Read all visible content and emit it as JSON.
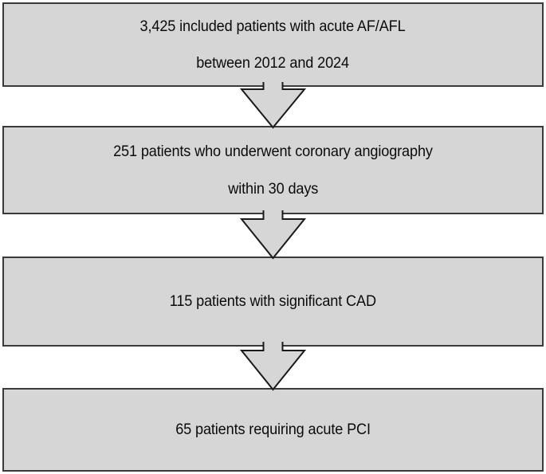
{
  "diagram": {
    "type": "patient-selection-flowchart",
    "orientation": "vertical-top-to-bottom",
    "style": {
      "box_fill": "#d6d6d6",
      "box_border": "#3a3a3a",
      "arrow_fill": "#d6d6d6",
      "arrow_border": "#1a1a1a",
      "text_color": "#0b0b0b",
      "background": "#ffffff"
    },
    "nodes": [
      {
        "id": "node-1",
        "lines": [
          "3,425 included patients with acute AF/AFL",
          "between 2012 and 2024"
        ],
        "count": "3,425"
      },
      {
        "id": "node-2",
        "lines": [
          "251 patients who underwent coronary angiography",
          "within 30 days"
        ],
        "count": "251"
      },
      {
        "id": "node-3",
        "lines": [
          "115 patients with significant CAD"
        ],
        "count": "115"
      },
      {
        "id": "node-4",
        "lines": [
          "65 patients requiring acute PCI"
        ],
        "count": "65"
      }
    ],
    "connectors": [
      {
        "id": "connector-1",
        "from": "node-1",
        "to": "node-2",
        "icon": "down-arrow-icon"
      },
      {
        "id": "connector-2",
        "from": "node-2",
        "to": "node-3",
        "icon": "down-arrow-icon"
      },
      {
        "id": "connector-3",
        "from": "node-3",
        "to": "node-4",
        "icon": "down-arrow-icon"
      }
    ]
  }
}
